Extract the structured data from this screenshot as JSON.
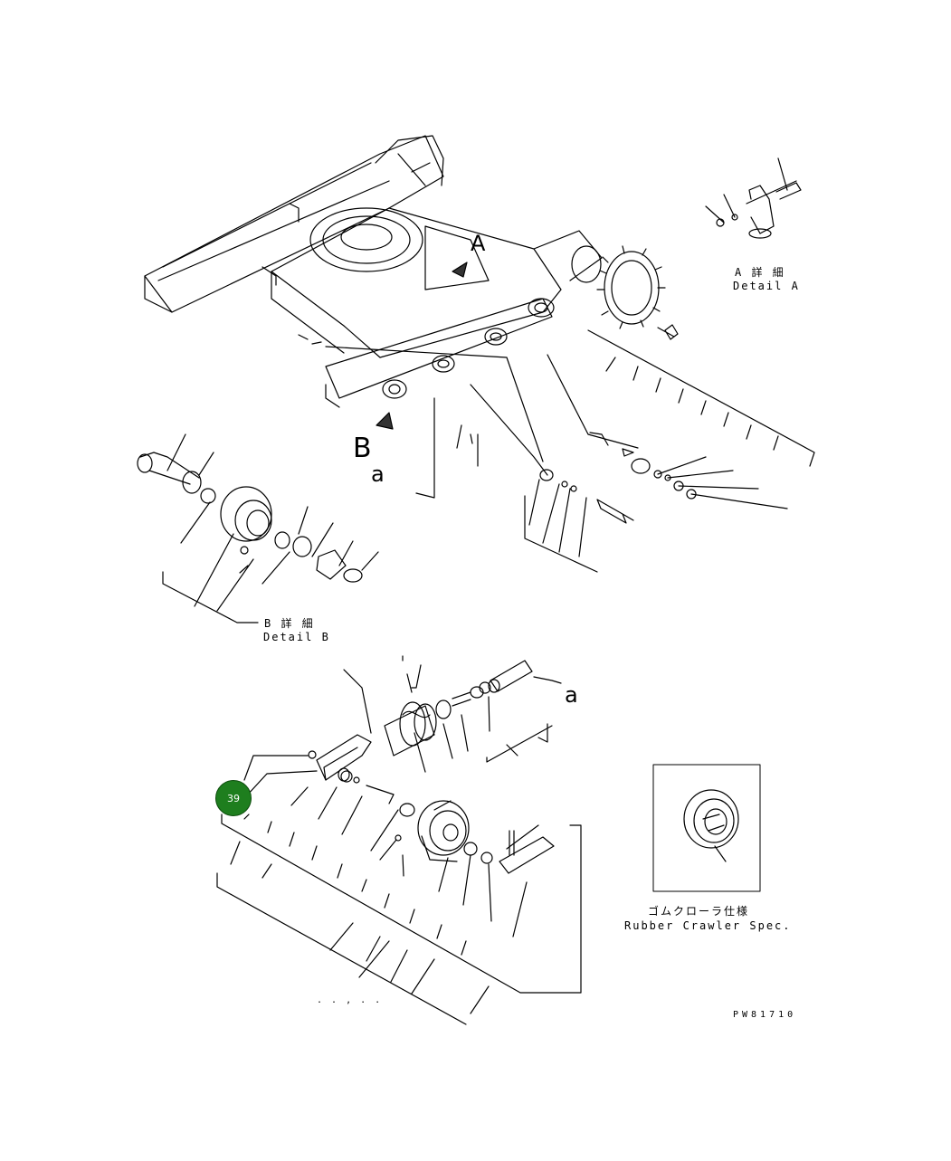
{
  "diagram": {
    "detail_a": {
      "jp": "A 詳 細",
      "en": "Detail A"
    },
    "detail_b": {
      "jp": "B 詳 細",
      "en": "Detail B"
    },
    "rubber": {
      "jp": "ゴムクローラ仕様",
      "en": "Rubber Crawler Spec."
    },
    "ref_a_upper": "A",
    "ref_b": "B",
    "ref_a_lower_arrow": "a",
    "ref_a_right_arrow": "a",
    "drawing_number": "PW81710",
    "footnote": ". . , . .",
    "hotspot": {
      "label": "39",
      "color": "#1e7e1e"
    }
  }
}
